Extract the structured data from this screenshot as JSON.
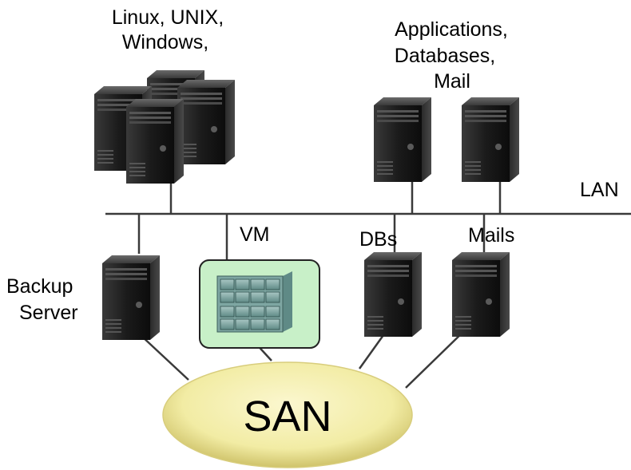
{
  "labels": {
    "os_line1": "Linux,  UNIX,",
    "os_line2": "Windows,",
    "apps_line1": "Applications,",
    "apps_line2": "Databases,",
    "apps_line3": "Mail",
    "lan": "LAN",
    "vm": "VM",
    "dbs": "DBs",
    "mails": "Mails",
    "backup_line1": "Backup",
    "backup_line2": "Server",
    "san": "SAN"
  },
  "colors": {
    "line": "#3a3a3a",
    "server_body": "#1c1c1c",
    "vm_box_fill": "#c8f0c8",
    "vm_box_stroke": "#222222",
    "san_fill": "#f2eca4",
    "san_edge": "#cfc36a"
  },
  "icons": {
    "server": "tower-server-icon",
    "storage": "storage-array-icon",
    "network": "san-cloud-icon"
  }
}
